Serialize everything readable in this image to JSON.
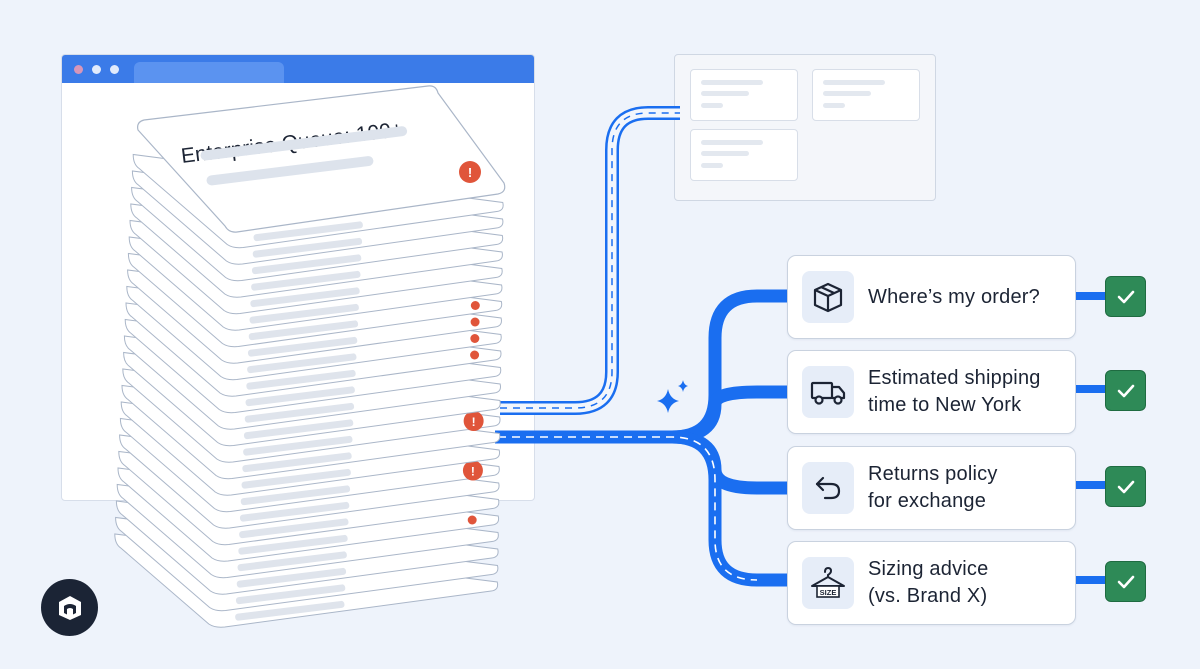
{
  "queue": {
    "title": "Enterprise Queue: 100+",
    "alert_glyph": "!"
  },
  "colors": {
    "background": "#eef3fb",
    "browser_bar": "#3b7be8",
    "route_blue": "#1a6ef0",
    "alert_red": "#e0553a",
    "check_green": "#2e8a57"
  },
  "questions": [
    {
      "label": "Where’s my order?",
      "icon": "box-icon"
    },
    {
      "label": "Estimated shipping\ntime to New York",
      "icon": "truck-icon"
    },
    {
      "label": "Returns policy\nfor exchange",
      "icon": "return-arrow-icon"
    },
    {
      "label": "Sizing advice\n(vs. Brand X)",
      "icon": "hanger-size-icon",
      "icon_text": "SIZE"
    }
  ],
  "status_icon": "checkmark-icon",
  "sparkle_icon": "sparkle-icon",
  "brand_icon": "brand-logo-icon"
}
